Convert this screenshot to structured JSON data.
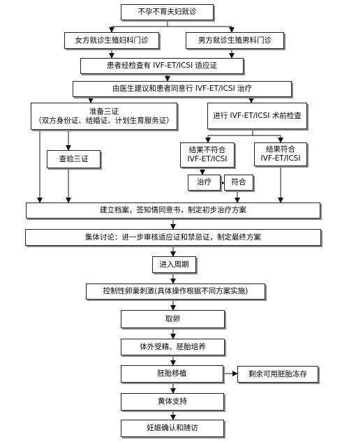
{
  "flowchart": {
    "n1": {
      "text": "不孕不育夫妇就诊"
    },
    "n2": {
      "text": "女方就诊生殖妇科门诊"
    },
    "n3": {
      "text": "男方就诊生殖男科门诊"
    },
    "n4": {
      "text": "患者经检查有 IVF-ET/ICSI 适应证"
    },
    "n5": {
      "text": "由医生建议和患者同意行 IVF-ET/ICSI 治疗"
    },
    "n6": {
      "line1": "准备三证",
      "line2": "（双方身份证、结婚证、计划生育服务证）"
    },
    "n7": {
      "text": "进行 IVF-ET/ICSI 术前检查"
    },
    "n8": {
      "text": "查验三证"
    },
    "n9": {
      "line1": "结果不符合",
      "line2": "IVF-ET/ICSI"
    },
    "n10": {
      "line1": "结果符合",
      "line2": "IVF-ET/ICSI"
    },
    "n11": {
      "text": "治疗"
    },
    "n12": {
      "text": "符合"
    },
    "n13": {
      "text": "建立档案，签知情同意书，制定初步治疗方案"
    },
    "n14": {
      "text": "集体讨论：进一步审核适应证和禁忌证，制定最终方案"
    },
    "n15": {
      "text": "进入周期"
    },
    "n16": {
      "text": "控制性卵巢刺激(具体操作根据不同方案实施)"
    },
    "n17": {
      "text": "取卵"
    },
    "n18": {
      "text": "体外受精、胚胎培养"
    },
    "n19": {
      "text": "胚胎移植"
    },
    "n20": {
      "text": "剩余可用胚胎冻存"
    },
    "n21": {
      "text": "黄体支持"
    },
    "n22": {
      "text": "妊娠确认和随访"
    }
  },
  "colors": {
    "line": "#111111",
    "border": "#222222",
    "shadow": "#8a8a8a"
  }
}
